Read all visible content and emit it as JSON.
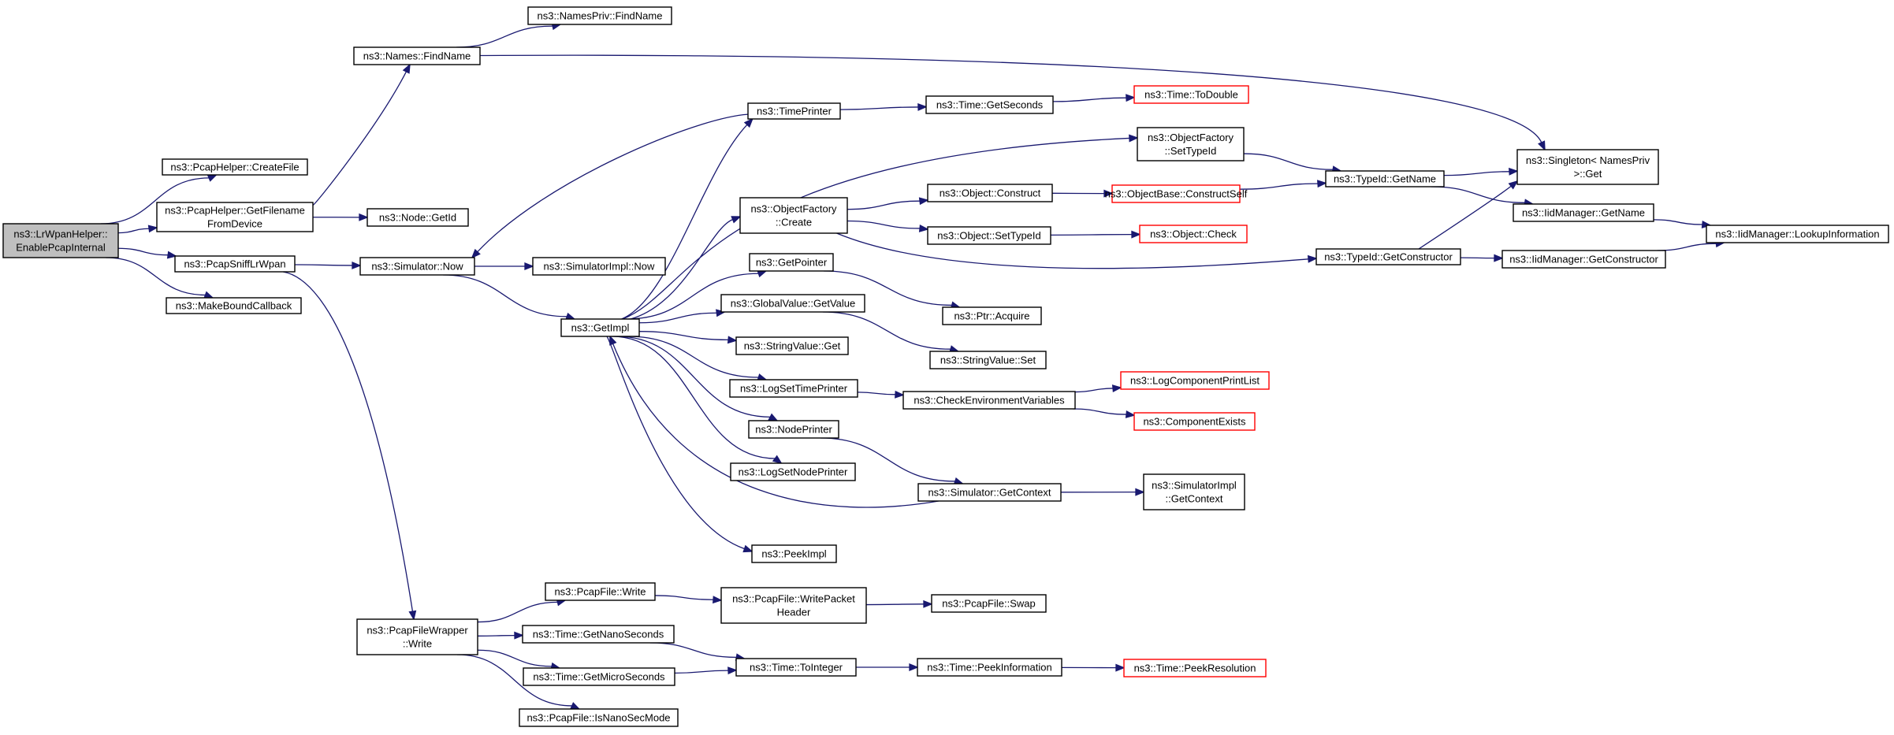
{
  "colors": {
    "edge": "#191970",
    "node_border": "#000000",
    "node_fill": "#ffffff",
    "root_fill": "#bfbfbf",
    "external_border": "#ff0000"
  },
  "nodes": [
    {
      "id": "root",
      "lines": [
        "ns3::LrWpanHelper::",
        "EnablePcapInternal"
      ],
      "kind": "root"
    },
    {
      "id": "createFile",
      "lines": [
        "ns3::PcapHelper::CreateFile"
      ],
      "kind": "normal"
    },
    {
      "id": "getFilename",
      "lines": [
        "ns3::PcapHelper::GetFilename",
        "FromDevice"
      ],
      "kind": "normal"
    },
    {
      "id": "pcapSniff",
      "lines": [
        "ns3::PcapSniffLrWpan"
      ],
      "kind": "normal"
    },
    {
      "id": "makeBound",
      "lines": [
        "ns3::MakeBoundCallback"
      ],
      "kind": "normal"
    },
    {
      "id": "namesFind",
      "lines": [
        "ns3::Names::FindName"
      ],
      "kind": "normal"
    },
    {
      "id": "namesPriv",
      "lines": [
        "ns3::NamesPriv::FindName"
      ],
      "kind": "normal"
    },
    {
      "id": "nodeGetId",
      "lines": [
        "ns3::Node::GetId"
      ],
      "kind": "normal"
    },
    {
      "id": "simNow",
      "lines": [
        "ns3::Simulator::Now"
      ],
      "kind": "normal"
    },
    {
      "id": "simImplNow",
      "lines": [
        "ns3::SimulatorImpl::Now"
      ],
      "kind": "normal"
    },
    {
      "id": "getImpl",
      "lines": [
        "ns3::GetImpl"
      ],
      "kind": "normal"
    },
    {
      "id": "timePrinter",
      "lines": [
        "ns3::TimePrinter"
      ],
      "kind": "normal"
    },
    {
      "id": "timeGetSeconds",
      "lines": [
        "ns3::Time::GetSeconds"
      ],
      "kind": "normal"
    },
    {
      "id": "timeToDouble",
      "lines": [
        "ns3::Time::ToDouble"
      ],
      "kind": "external"
    },
    {
      "id": "ofSetTypeId",
      "lines": [
        "ns3::ObjectFactory",
        "::SetTypeId"
      ],
      "kind": "normal"
    },
    {
      "id": "ofCreate",
      "lines": [
        "ns3::ObjectFactory",
        "::Create"
      ],
      "kind": "normal"
    },
    {
      "id": "objConstruct",
      "lines": [
        "ns3::Object::Construct"
      ],
      "kind": "normal"
    },
    {
      "id": "objBaseConstructSelf",
      "lines": [
        "ns3::ObjectBase::ConstructSelf"
      ],
      "kind": "external"
    },
    {
      "id": "objSetTypeId",
      "lines": [
        "ns3::Object::SetTypeId"
      ],
      "kind": "normal"
    },
    {
      "id": "objCheck",
      "lines": [
        "ns3::Object::Check"
      ],
      "kind": "external"
    },
    {
      "id": "typeIdGetName",
      "lines": [
        "ns3::TypeId::GetName"
      ],
      "kind": "normal"
    },
    {
      "id": "singletonGet",
      "lines": [
        "ns3::Singleton< NamesPriv",
        " >::Get"
      ],
      "kind": "normal"
    },
    {
      "id": "iidGetName",
      "lines": [
        "ns3::IidManager::GetName"
      ],
      "kind": "normal"
    },
    {
      "id": "iidLookup",
      "lines": [
        "ns3::IidManager::LookupInformation"
      ],
      "kind": "normal"
    },
    {
      "id": "typeIdGetCtor",
      "lines": [
        "ns3::TypeId::GetConstructor"
      ],
      "kind": "normal"
    },
    {
      "id": "iidGetCtor",
      "lines": [
        "ns3::IidManager::GetConstructor"
      ],
      "kind": "normal"
    },
    {
      "id": "getPointer",
      "lines": [
        "ns3::GetPointer"
      ],
      "kind": "normal"
    },
    {
      "id": "ptrAcquire",
      "lines": [
        "ns3::Ptr::Acquire"
      ],
      "kind": "normal"
    },
    {
      "id": "gvGetValue",
      "lines": [
        "ns3::GlobalValue::GetValue"
      ],
      "kind": "normal"
    },
    {
      "id": "svGet",
      "lines": [
        "ns3::StringValue::Get"
      ],
      "kind": "normal"
    },
    {
      "id": "svSet",
      "lines": [
        "ns3::StringValue::Set"
      ],
      "kind": "normal"
    },
    {
      "id": "logSetTime",
      "lines": [
        "ns3::LogSetTimePrinter"
      ],
      "kind": "normal"
    },
    {
      "id": "checkEnv",
      "lines": [
        "ns3::CheckEnvironmentVariables"
      ],
      "kind": "normal"
    },
    {
      "id": "logCompPrint",
      "lines": [
        "ns3::LogComponentPrintList"
      ],
      "kind": "external"
    },
    {
      "id": "compExists",
      "lines": [
        "ns3::ComponentExists"
      ],
      "kind": "external"
    },
    {
      "id": "nodePrinter",
      "lines": [
        "ns3::NodePrinter"
      ],
      "kind": "normal"
    },
    {
      "id": "logSetNode",
      "lines": [
        "ns3::LogSetNodePrinter"
      ],
      "kind": "normal"
    },
    {
      "id": "simGetContext",
      "lines": [
        "ns3::Simulator::GetContext"
      ],
      "kind": "normal"
    },
    {
      "id": "simImplGetContext",
      "lines": [
        "ns3::SimulatorImpl",
        "::GetContext"
      ],
      "kind": "normal"
    },
    {
      "id": "peekImpl",
      "lines": [
        "ns3::PeekImpl"
      ],
      "kind": "normal"
    },
    {
      "id": "pfwWrite",
      "lines": [
        "ns3::PcapFileWrapper",
        "::Write"
      ],
      "kind": "normal"
    },
    {
      "id": "pfWrite",
      "lines": [
        "ns3::PcapFile::Write"
      ],
      "kind": "normal"
    },
    {
      "id": "pfWriteHeader",
      "lines": [
        "ns3::PcapFile::WritePacket",
        "Header"
      ],
      "kind": "normal"
    },
    {
      "id": "pfSwap",
      "lines": [
        "ns3::PcapFile::Swap"
      ],
      "kind": "normal"
    },
    {
      "id": "timeGetNano",
      "lines": [
        "ns3::Time::GetNanoSeconds"
      ],
      "kind": "normal"
    },
    {
      "id": "timeGetMicro",
      "lines": [
        "ns3::Time::GetMicroSeconds"
      ],
      "kind": "normal"
    },
    {
      "id": "timeToInteger",
      "lines": [
        "ns3::Time::ToInteger"
      ],
      "kind": "normal"
    },
    {
      "id": "timePeekInfo",
      "lines": [
        "ns3::Time::PeekInformation"
      ],
      "kind": "normal"
    },
    {
      "id": "timePeekRes",
      "lines": [
        "ns3::Time::PeekResolution"
      ],
      "kind": "external"
    },
    {
      "id": "pfIsNano",
      "lines": [
        "ns3::PcapFile::IsNanoSecMode"
      ],
      "kind": "normal"
    }
  ],
  "edges": [
    [
      "root",
      "createFile"
    ],
    [
      "root",
      "getFilename"
    ],
    [
      "root",
      "pcapSniff"
    ],
    [
      "root",
      "makeBound"
    ],
    [
      "getFilename",
      "namesFind"
    ],
    [
      "getFilename",
      "nodeGetId"
    ],
    [
      "namesFind",
      "namesPriv"
    ],
    [
      "namesFind",
      "singletonGet"
    ],
    [
      "pcapSniff",
      "simNow"
    ],
    [
      "pcapSniff",
      "pfwWrite"
    ],
    [
      "simNow",
      "simImplNow"
    ],
    [
      "simNow",
      "getImpl"
    ],
    [
      "getImpl",
      "timePrinter"
    ],
    [
      "getImpl",
      "ofSetTypeId"
    ],
    [
      "getImpl",
      "ofCreate"
    ],
    [
      "getImpl",
      "getPointer"
    ],
    [
      "getImpl",
      "gvGetValue"
    ],
    [
      "getImpl",
      "svGet"
    ],
    [
      "getImpl",
      "logSetTime"
    ],
    [
      "getImpl",
      "nodePrinter"
    ],
    [
      "getImpl",
      "logSetNode"
    ],
    [
      "getImpl",
      "peekImpl"
    ],
    [
      "timePrinter",
      "simNow"
    ],
    [
      "timePrinter",
      "timeGetSeconds"
    ],
    [
      "timeGetSeconds",
      "timeToDouble"
    ],
    [
      "ofSetTypeId",
      "typeIdGetName"
    ],
    [
      "ofCreate",
      "objConstruct"
    ],
    [
      "ofCreate",
      "objSetTypeId"
    ],
    [
      "ofCreate",
      "typeIdGetCtor"
    ],
    [
      "objConstruct",
      "objBaseConstructSelf"
    ],
    [
      "objBaseConstructSelf",
      "typeIdGetName"
    ],
    [
      "objSetTypeId",
      "objCheck"
    ],
    [
      "typeIdGetName",
      "singletonGet"
    ],
    [
      "typeIdGetName",
      "iidGetName"
    ],
    [
      "iidGetName",
      "iidLookup"
    ],
    [
      "typeIdGetCtor",
      "singletonGet"
    ],
    [
      "typeIdGetCtor",
      "iidGetCtor"
    ],
    [
      "iidGetCtor",
      "iidLookup"
    ],
    [
      "getPointer",
      "ptrAcquire"
    ],
    [
      "gvGetValue",
      "svSet"
    ],
    [
      "logSetTime",
      "checkEnv"
    ],
    [
      "checkEnv",
      "logCompPrint"
    ],
    [
      "checkEnv",
      "compExists"
    ],
    [
      "nodePrinter",
      "simGetContext"
    ],
    [
      "simGetContext",
      "getImpl"
    ],
    [
      "simGetContext",
      "simImplGetContext"
    ],
    [
      "pfwWrite",
      "pfWrite"
    ],
    [
      "pfwWrite",
      "timeGetNano"
    ],
    [
      "pfwWrite",
      "timeGetMicro"
    ],
    [
      "pfwWrite",
      "pfIsNano"
    ],
    [
      "pfWrite",
      "pfWriteHeader"
    ],
    [
      "pfWriteHeader",
      "pfSwap"
    ],
    [
      "timeGetNano",
      "timeToInteger"
    ],
    [
      "timeGetMicro",
      "timeToInteger"
    ],
    [
      "timeToInteger",
      "timePeekInfo"
    ],
    [
      "timePeekInfo",
      "timePeekRes"
    ]
  ]
}
